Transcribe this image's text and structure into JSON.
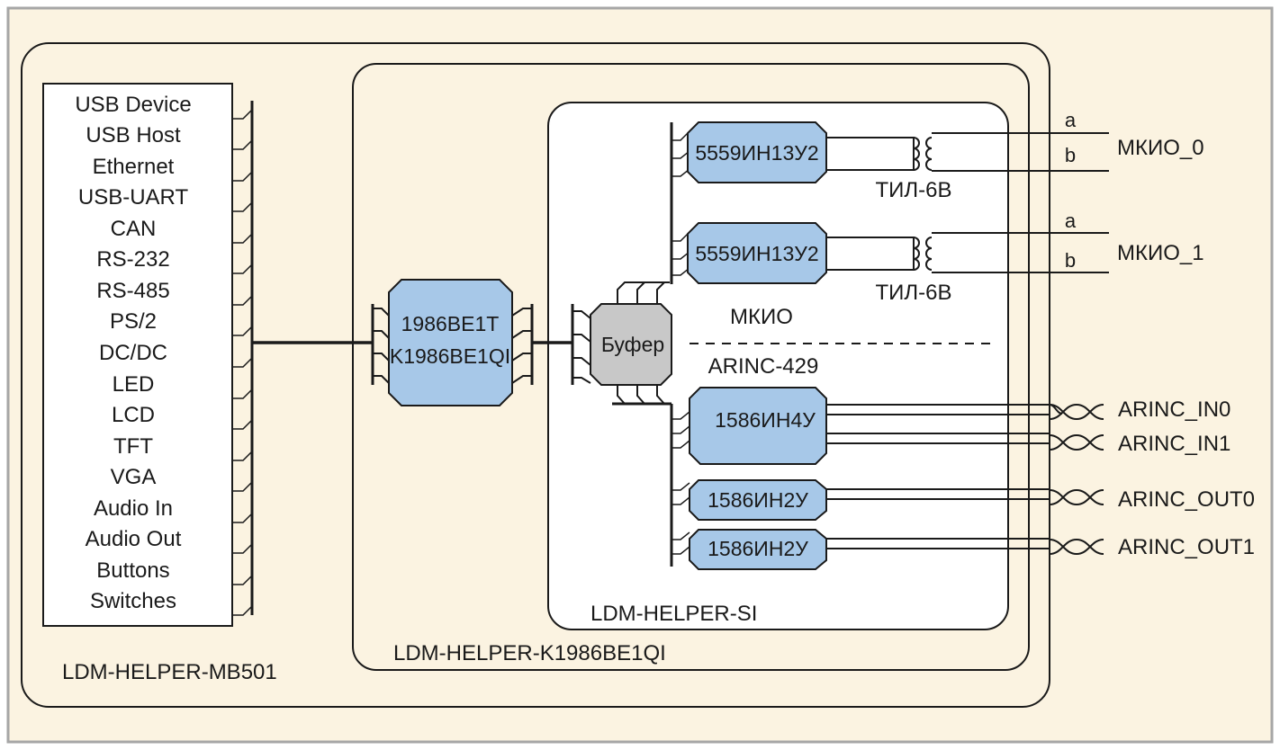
{
  "boards": {
    "mb": "LDM-HELPER-MB501",
    "cpu_board": "LDM-HELPER-K1986BE1QI",
    "si": "LDM-HELPER-SI"
  },
  "peripherals": [
    "USB Device",
    "USB Host",
    "Ethernet",
    "USB-UART",
    "CAN",
    "RS-232",
    "RS-485",
    "PS/2",
    "DC/DC",
    "LED",
    "LCD",
    "TFT",
    "VGA",
    "Audio In",
    "Audio Out",
    "Buttons",
    "Switches"
  ],
  "cpu": {
    "line1": "1986BE1T",
    "line2": "K1986BE1QI"
  },
  "buffer": "Буфер",
  "section_mkio": "МКИО",
  "section_arinc": "ARINC-429",
  "mkio_chips": [
    "5559ИН13У2",
    "5559ИН13У2"
  ],
  "transformers": [
    "ТИЛ-6В",
    "ТИЛ-6В"
  ],
  "wire_a": "a",
  "wire_b": "b",
  "mkio_ports": [
    "МКИО_0",
    "МКИО_1"
  ],
  "arinc_rx_chip": "1586ИН4У",
  "arinc_tx_chips": [
    "1586ИН2У",
    "1586ИН2У"
  ],
  "arinc_ports": [
    "ARINC_IN0",
    "ARINC_IN1",
    "ARINC_OUT0",
    "ARINC_OUT1"
  ],
  "colors": {
    "background": "#fbf3e1",
    "frame": "#a6a6a6",
    "chip": "#a7c8e8",
    "buffer": "#c8c8c8",
    "line": "#1a1a1a"
  }
}
